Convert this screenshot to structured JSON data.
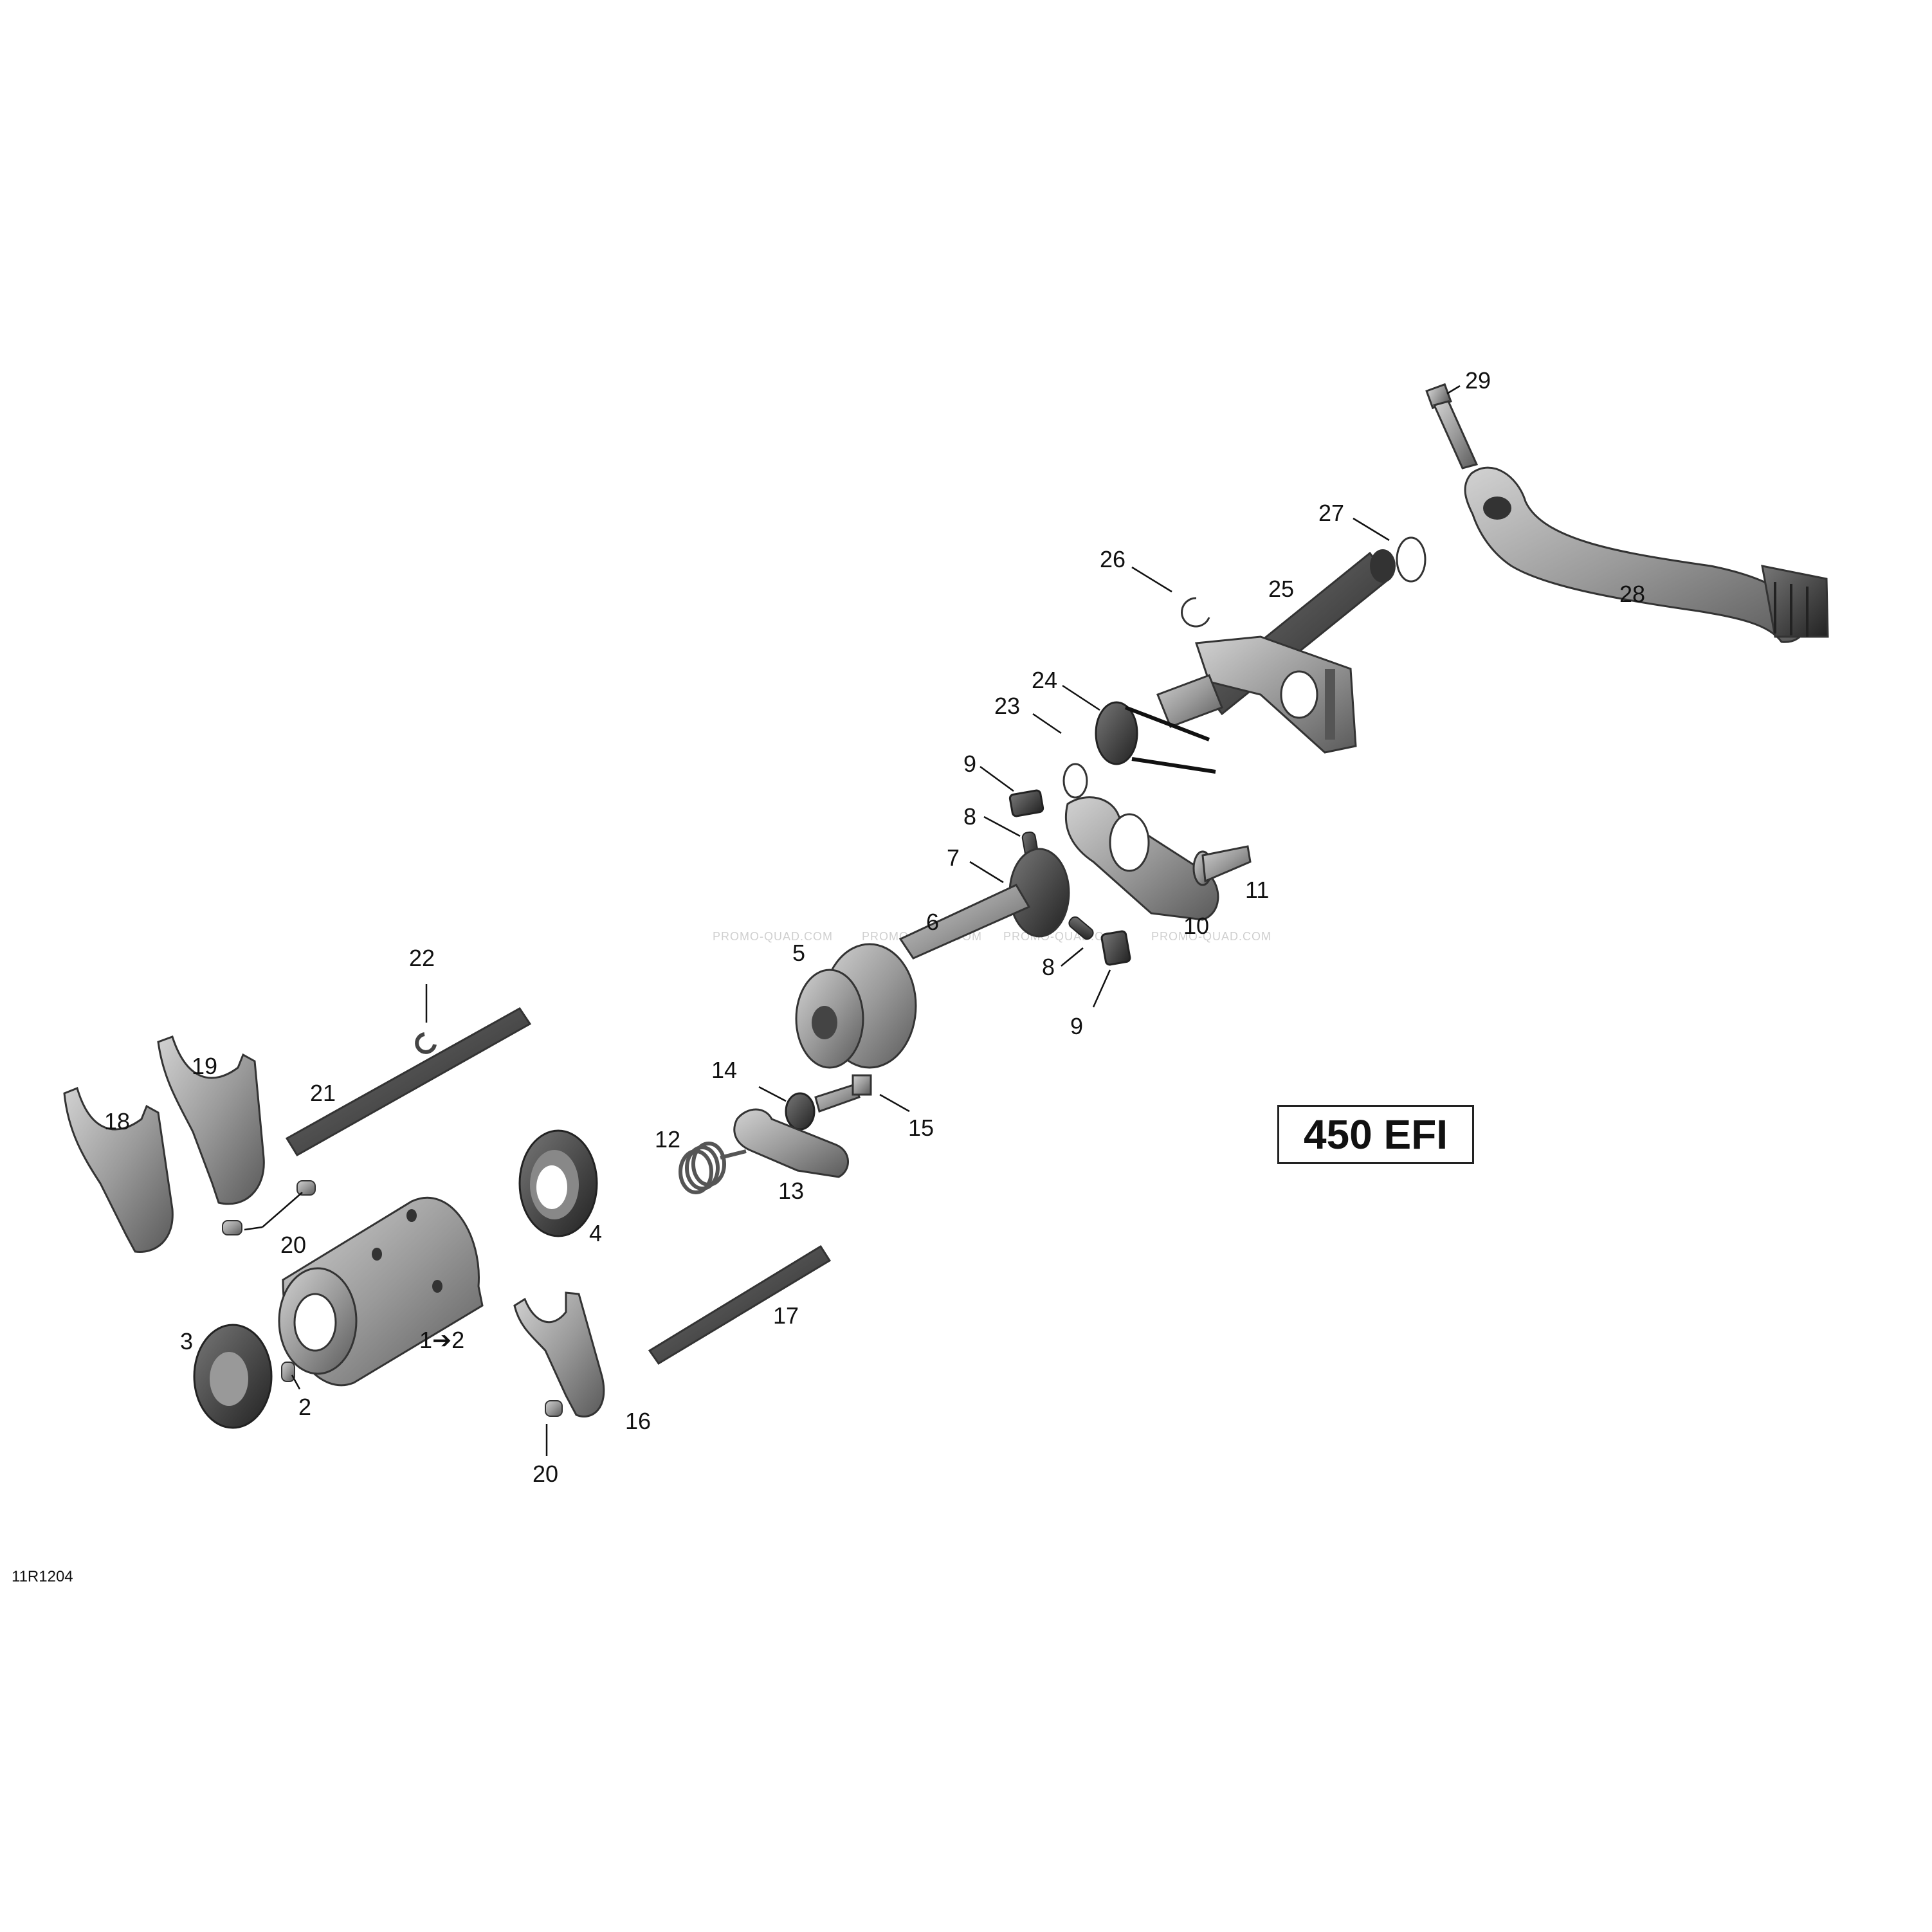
{
  "model_label": "450 EFI",
  "figure_id": "11R1204",
  "watermark": "PROMO-QUAD.COM",
  "callouts": {
    "c1": "1➔2",
    "c2": "2",
    "c3": "3",
    "c4": "4",
    "c5": "5",
    "c6": "6",
    "c7": "7",
    "c8a": "8",
    "c8b": "8",
    "c9a": "9",
    "c9b": "9",
    "c10": "10",
    "c11": "11",
    "c12": "12",
    "c13": "13",
    "c14": "14",
    "c15": "15",
    "c16": "16",
    "c17": "17",
    "c18": "18",
    "c19": "19",
    "c20a": "20",
    "c20b": "20",
    "c21": "21",
    "c22": "22",
    "c23": "23",
    "c24": "24",
    "c25": "25",
    "c26": "26",
    "c27": "27",
    "c28": "28",
    "c29": "29"
  },
  "colors": {
    "part_fill": "#9a9a9a",
    "part_dark": "#444444",
    "line": "#111111"
  }
}
